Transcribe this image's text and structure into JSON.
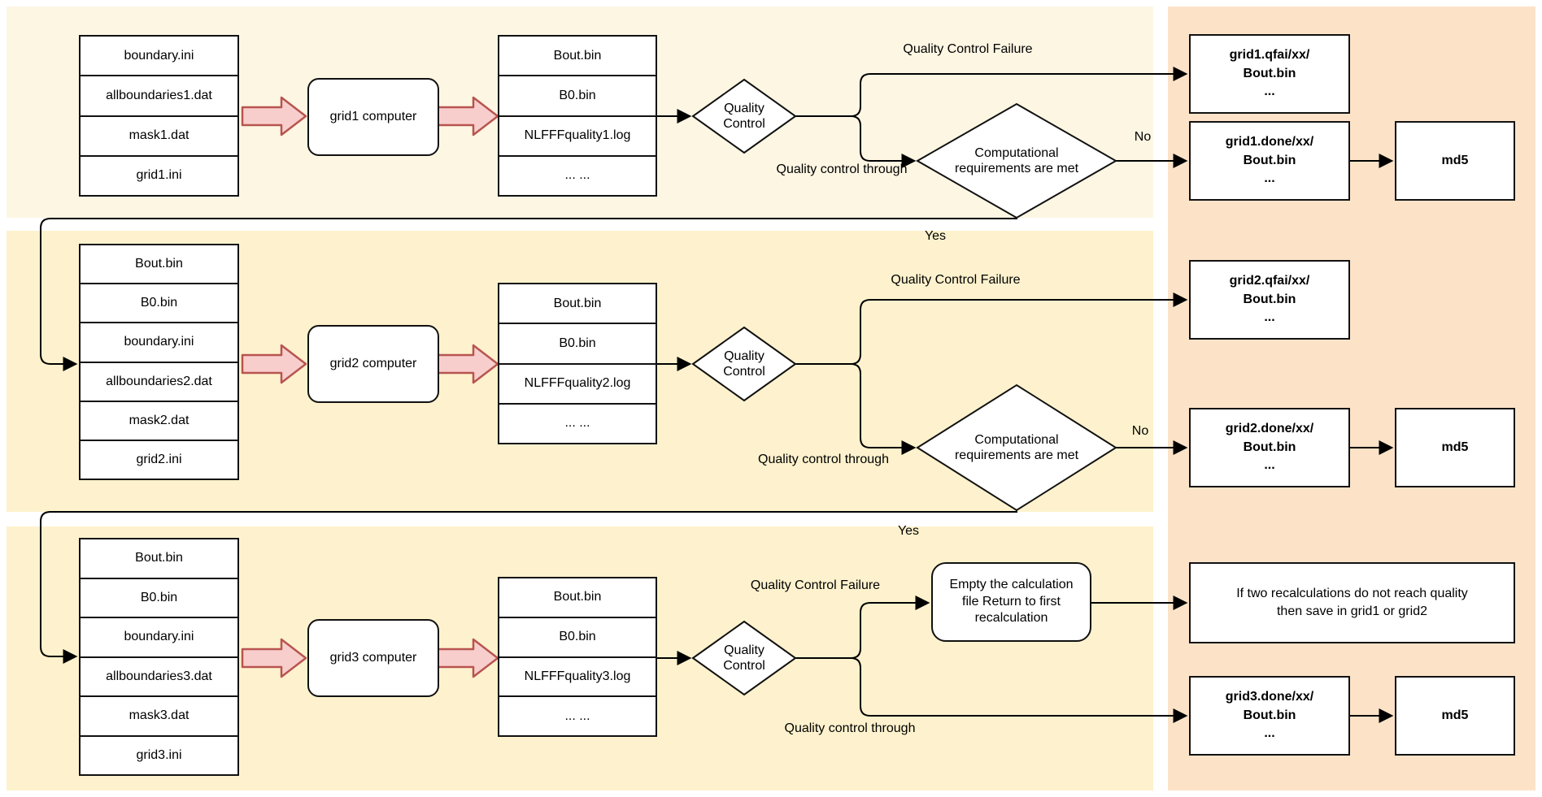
{
  "colors": {
    "band1_bg": "#fdf6e3",
    "band2_bg": "#fdf2cd",
    "band3_bg": "#fdf2cd",
    "results_column_bg": "#fce3c8",
    "block_arrow_fill": "#f8cecc",
    "block_arrow_stroke": "#b85450",
    "node_fill": "#ffffff",
    "line": "#000000"
  },
  "diamonds": {
    "quality_control": "Quality\nControl",
    "computational": "Computational\nrequirements are met"
  },
  "labels": {
    "qc_failure": "Quality Control Failure",
    "qc_through": "Quality control through",
    "yes": "Yes",
    "no": "No"
  },
  "stages": [
    {
      "name": "grid1",
      "inputs": [
        "boundary.ini",
        "allboundaries1.dat",
        "mask1.dat",
        "grid1.ini"
      ],
      "computer": "grid1 computer",
      "outputs": [
        "Bout.bin",
        "B0.bin",
        "NLFFFquality1.log",
        "...  ..."
      ],
      "qfai": "grid1.qfai/xx/\nBout.bin\n...",
      "done": "grid1.done/xx/\nBout.bin\n...",
      "md5": "md5"
    },
    {
      "name": "grid2",
      "inputs": [
        "Bout.bin",
        "B0.bin",
        "boundary.ini",
        "allboundaries2.dat",
        "mask2.dat",
        "grid2.ini"
      ],
      "computer": "grid2 computer",
      "outputs": [
        "Bout.bin",
        "B0.bin",
        "NLFFFquality2.log",
        "...  ..."
      ],
      "qfai": "grid2.qfai/xx/\nBout.bin\n...",
      "done": "grid2.done/xx/\nBout.bin\n...",
      "md5": "md5"
    },
    {
      "name": "grid3",
      "inputs": [
        "Bout.bin",
        "B0.bin",
        "boundary.ini",
        "allboundaries3.dat",
        "mask3.dat",
        "grid3.ini"
      ],
      "computer": "grid3 computer",
      "outputs": [
        "Bout.bin",
        "B0.bin",
        "NLFFFquality3.log",
        "...  ..."
      ],
      "empty_box": "Empty the calculation\nfile Return to first\nrecalculation",
      "if_box": "If two recalculations do not reach quality\nthen save in grid1 or grid2",
      "done": "grid3.done/xx/\nBout.bin\n...",
      "md5": "md5"
    }
  ]
}
